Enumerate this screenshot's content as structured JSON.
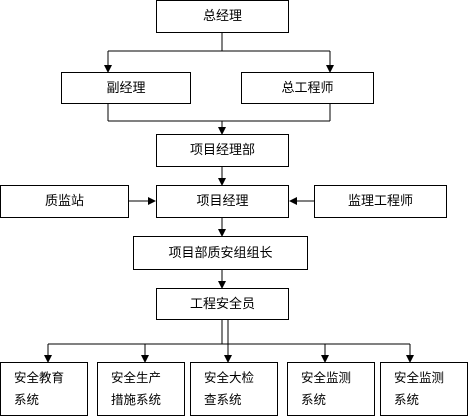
{
  "nodes": {
    "general_manager": "总经理",
    "deputy_manager": "副经理",
    "chief_engineer": "总工程师",
    "project_dept": "项目经理部",
    "quality_station": "质监站",
    "project_manager": "项目经理",
    "supervising_engineer": "监理工程师",
    "safety_group_leader": "项目部质安组组长",
    "safety_officer": "工程安全员",
    "systems": [
      {
        "line1": "安全教育",
        "line2": "系统"
      },
      {
        "line1": "安全生产",
        "line2": "措施系统"
      },
      {
        "line1": "安全大检",
        "line2": "查系统"
      },
      {
        "line1": "安全监测",
        "line2": "系统"
      },
      {
        "line1": "安全监测",
        "line2": "系统"
      }
    ]
  }
}
